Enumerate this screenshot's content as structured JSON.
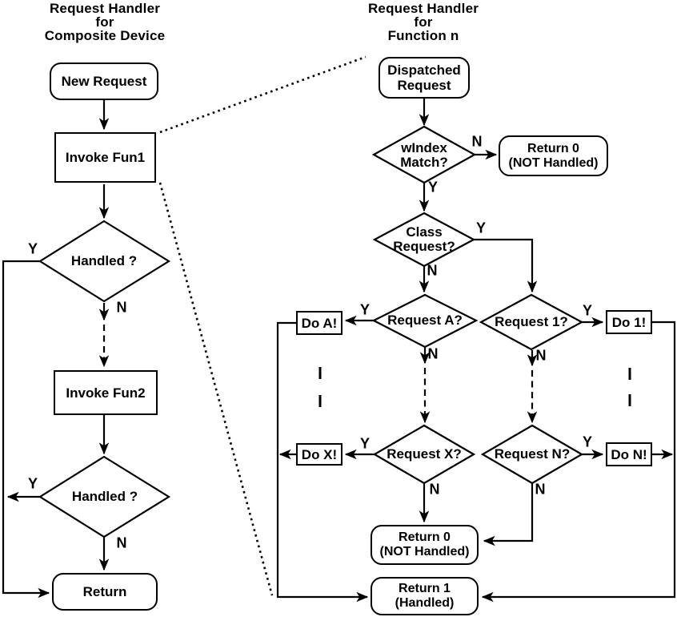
{
  "colors": {
    "line": "#000000",
    "background": "#ffffff"
  },
  "labels": {
    "yes": "Y",
    "no": "N"
  },
  "diagram_left": {
    "title": "Request Handler\nfor\nComposite Device",
    "nodes": {
      "new_request": "New Request",
      "invoke_fun1": "Invoke Fun1",
      "handled_1": "Handled ?",
      "invoke_fun2": "Invoke Fun2",
      "handled_2": "Handled ?",
      "return_label": "Return"
    }
  },
  "diagram_right": {
    "title": "Request Handler\nfor\nFunction n",
    "nodes": {
      "dispatched_request": "Dispatched\nRequest",
      "windex_match": "wIndex\nMatch?",
      "return0_top": "Return 0\n(NOT Handled)",
      "class_request": "Class\nRequest?",
      "request_a": "Request A?",
      "do_a": "Do A!",
      "request_1": "Request 1?",
      "do_1": "Do 1!",
      "request_x": "Request X?",
      "do_x": "Do X!",
      "request_n": "Request N?",
      "do_n": "Do N!",
      "return0_bottom": "Return 0\n(NOT Handled)",
      "return1": "Return 1\n(Handled)"
    }
  }
}
